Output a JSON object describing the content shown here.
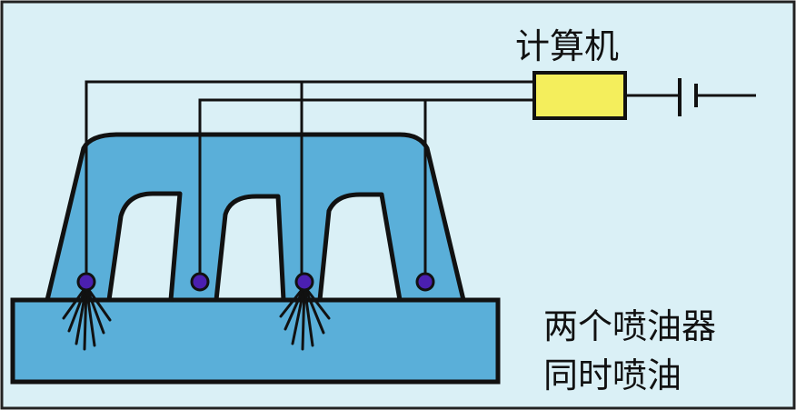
{
  "labels": {
    "computer": "计算机",
    "note_line1": "两个喷油器",
    "note_line2": "同时喷油"
  },
  "colors": {
    "background": "#daf0f6",
    "manifold": "#5aafd9",
    "computer_box": "#f4ee5c",
    "wire": "#111111",
    "injector": "#4b1fb0"
  },
  "components": {
    "injectors": [
      "injector-1",
      "injector-2",
      "injector-3",
      "injector-4"
    ],
    "spraying_injectors": [
      "injector-1",
      "injector-3"
    ]
  }
}
